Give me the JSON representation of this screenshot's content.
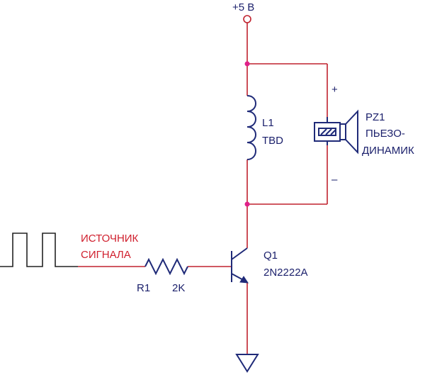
{
  "supply": {
    "label": "+5 В"
  },
  "inductor": {
    "ref": "L1",
    "value": "TBD"
  },
  "piezo": {
    "ref": "PZ1",
    "name_line1": "ПЬЕЗО-",
    "name_line2": "ДИНАМИК",
    "plus_label": "+",
    "minus_label": "–"
  },
  "signal_source": {
    "line1": "ИСТОЧНИК",
    "line2": "СИГНАЛА"
  },
  "resistor": {
    "ref": "R1",
    "value": "2K"
  },
  "transistor": {
    "ref": "Q1",
    "part": "2N2222A"
  },
  "colors": {
    "wire": "#c0222e",
    "component": "#1f2a78",
    "junction": "#e0208a",
    "signal_text": "#d0202e"
  }
}
